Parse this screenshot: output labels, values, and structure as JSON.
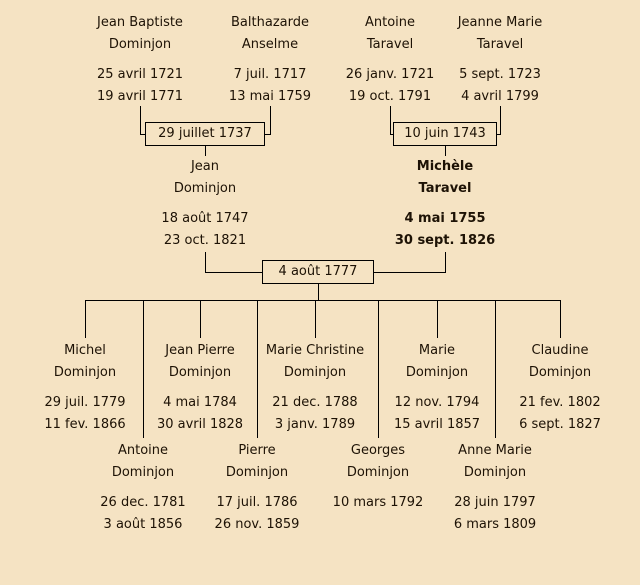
{
  "canvas": {
    "background_color": "#f5e3c3",
    "line_color": "#000000",
    "text_color": "#1d1205"
  },
  "generation1": {
    "jean_baptiste": {
      "name1": "Jean Baptiste",
      "name2": "Dominjon",
      "birth": "25 avril 1721",
      "death": "19 avril 1771"
    },
    "balthazarde": {
      "name1": "Balthazarde",
      "name2": "Anselme",
      "birth": "7 juil. 1717",
      "death": "13 mai 1759"
    },
    "antoine": {
      "name1": "Antoine",
      "name2": "Taravel",
      "birth": "26 janv. 1721",
      "death": "19 oct. 1791"
    },
    "jeanne_marie": {
      "name1": "Jeanne Marie",
      "name2": "Taravel",
      "birth": "5 sept. 1723",
      "death": "4 avril 1799"
    }
  },
  "marriages": {
    "dominjon_anselme": "29 juillet 1737",
    "taravel_taravel": "10 juin 1743",
    "dominjon_taravel": "4 août 1777"
  },
  "generation2": {
    "jean": {
      "name1": "Jean",
      "name2": "Dominjon",
      "birth": "18 août 1747",
      "death": "23 oct. 1821"
    },
    "michele": {
      "name1": "Michèle",
      "name2": "Taravel",
      "birth": "4 mai 1755",
      "death": "30 sept. 1826"
    }
  },
  "generation3": {
    "michel": {
      "name1": "Michel",
      "name2": "Dominjon",
      "birth": "29 juil. 1779",
      "death": "11 fev. 1866"
    },
    "antoine": {
      "name1": "Antoine",
      "name2": "Dominjon",
      "birth": "26 dec. 1781",
      "death": "3 août 1856"
    },
    "jean_pierre": {
      "name1": "Jean Pierre",
      "name2": "Dominjon",
      "birth": "4 mai 1784",
      "death": "30 avril 1828"
    },
    "pierre": {
      "name1": "Pierre",
      "name2": "Dominjon",
      "birth": "17 juil. 1786",
      "death": "26 nov. 1859"
    },
    "marie_christine": {
      "name1": "Marie Christine",
      "name2": "Dominjon",
      "birth": "21 dec. 1788",
      "death": "3 janv. 1789"
    },
    "georges": {
      "name1": "Georges",
      "name2": "Dominjon",
      "birth": "10 mars 1792",
      "death": ""
    },
    "marie": {
      "name1": "Marie",
      "name2": "Dominjon",
      "birth": "12 nov. 1794",
      "death": "15 avril 1857"
    },
    "anne_marie": {
      "name1": "Anne Marie",
      "name2": "Dominjon",
      "birth": "28 juin 1797",
      "death": "6 mars 1809"
    },
    "claudine": {
      "name1": "Claudine",
      "name2": "Dominjon",
      "birth": "21 fev. 1802",
      "death": "6 sept. 1827"
    }
  }
}
